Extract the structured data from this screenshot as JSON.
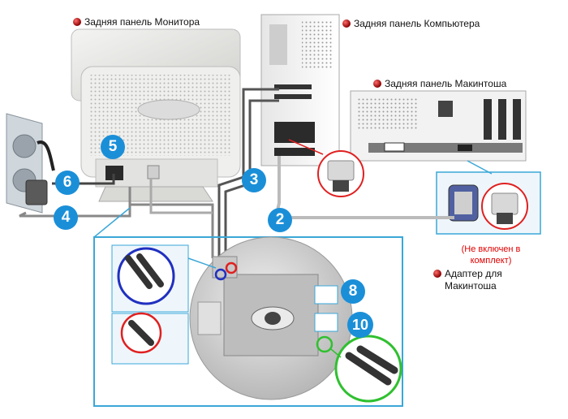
{
  "labels": {
    "monitor_back": "Задняя панель Монитора",
    "computer_back": "Задняя панель Компьютера",
    "mac_back": "Задняя панель Макинтоша",
    "not_included_line1": "(Не включен в",
    "not_included_line2": "комплект)",
    "mac_adapter_line1": "Адаптер для",
    "mac_adapter_line2": "Макинтоша"
  },
  "steps": [
    "2",
    "3",
    "4",
    "5",
    "6",
    "8",
    "10"
  ],
  "colors": {
    "step_badge": "#1a8fd8",
    "callout_frame": "#3aa7d8",
    "highlight_red": "#e02020",
    "highlight_blue": "#2030c0",
    "highlight_green": "#30c030",
    "bullet": "#8a0000"
  }
}
